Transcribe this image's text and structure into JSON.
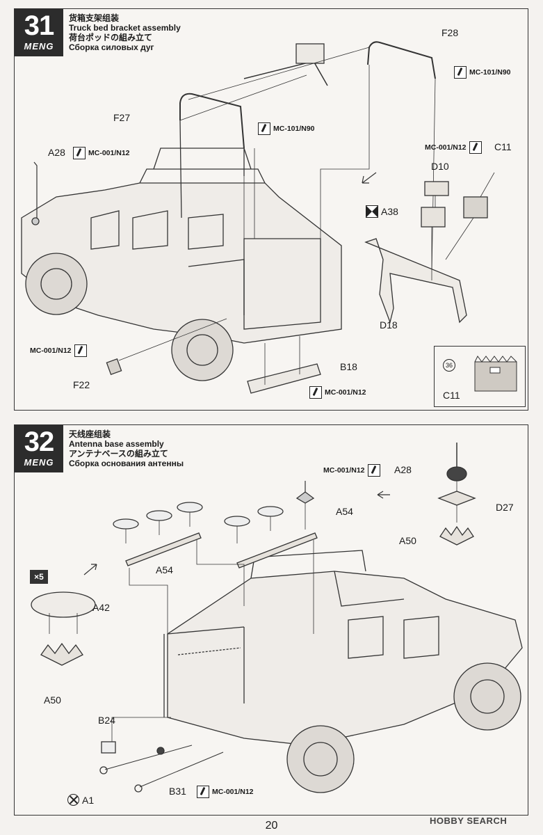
{
  "step31": {
    "number": "31",
    "brand": "MENG",
    "title_zh": "货箱支架组装",
    "title_en": "Truck bed bracket assembly",
    "title_ja": "荷台ポッドの組み立て",
    "title_ru": "Сборка силовых дуг",
    "labels": {
      "f28": "F28",
      "f27": "F27",
      "a28": "A28",
      "c11": "C11",
      "d10": "D10",
      "a38": "A38",
      "d18": "D18",
      "f22": "F22",
      "b18": "B18",
      "c11_detail": "C11"
    },
    "paints": {
      "mc101_right": "MC-101/N90",
      "mc101_center": "MC-101/N90",
      "mc001_a28": "MC-001/N12",
      "mc001_c11": "MC-001/N12",
      "mc001_f22": "MC-001/N12",
      "mc001_b18": "MC-001/N12"
    },
    "detail_circle": "36"
  },
  "step32": {
    "number": "32",
    "brand": "MENG",
    "title_zh": "天线座组装",
    "title_en": "Antenna base assembly",
    "title_ja": "アンテナベースの組み立て",
    "title_ru": "Сборка основания антенны",
    "labels": {
      "a28": "A28",
      "a54_right": "A54",
      "a54_left": "A54",
      "d27": "D27",
      "a50_right": "A50",
      "a42": "A42",
      "a50_left": "A50",
      "b24": "B24",
      "b31": "B31",
      "a1": "A1"
    },
    "multiplier": "×5",
    "paints": {
      "mc001_a28": "MC-001/N12",
      "mc001_b31": "MC-001/N12"
    }
  },
  "page_number": "20",
  "watermark": "HOBBY SEARCH"
}
